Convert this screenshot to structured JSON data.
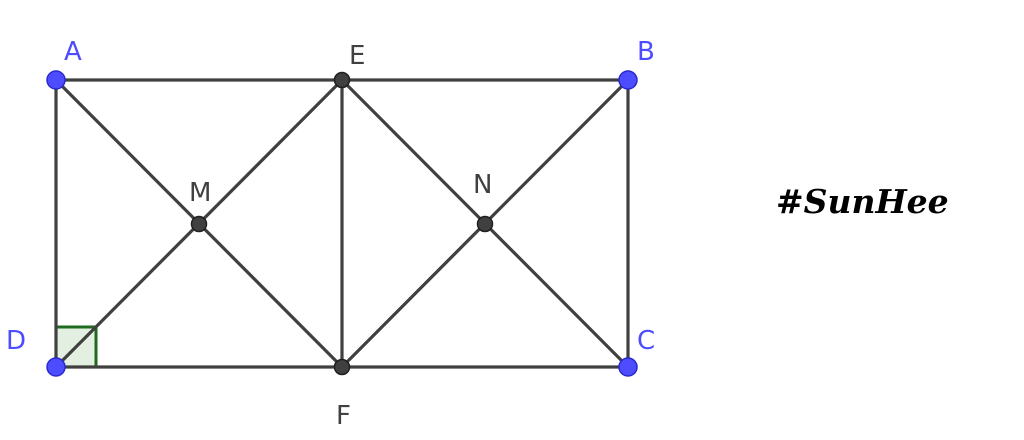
{
  "diagram": {
    "points": [
      {
        "id": "A",
        "label": "A",
        "kind": "free"
      },
      {
        "id": "B",
        "label": "B",
        "kind": "free"
      },
      {
        "id": "C",
        "label": "C",
        "kind": "free"
      },
      {
        "id": "D",
        "label": "D",
        "kind": "free"
      },
      {
        "id": "E",
        "label": "E",
        "kind": "dependent"
      },
      {
        "id": "F",
        "label": "F",
        "kind": "dependent"
      },
      {
        "id": "M",
        "label": "M",
        "kind": "dependent"
      },
      {
        "id": "N",
        "label": "N",
        "kind": "dependent"
      }
    ],
    "segments": [
      [
        "A",
        "E"
      ],
      [
        "E",
        "B"
      ],
      [
        "B",
        "C"
      ],
      [
        "C",
        "F"
      ],
      [
        "F",
        "D"
      ],
      [
        "D",
        "A"
      ],
      [
        "E",
        "F"
      ],
      [
        "A",
        "F"
      ],
      [
        "D",
        "E"
      ],
      [
        "E",
        "C"
      ],
      [
        "F",
        "B"
      ]
    ],
    "right_angle_at": "D",
    "colors": {
      "free_point": "#4d4dff",
      "dependent_point": "#404040",
      "segment": "#404040",
      "right_angle_fill": "#e3efe0",
      "right_angle_stroke": "#1e6a1e"
    }
  },
  "signature": "#SunHee"
}
